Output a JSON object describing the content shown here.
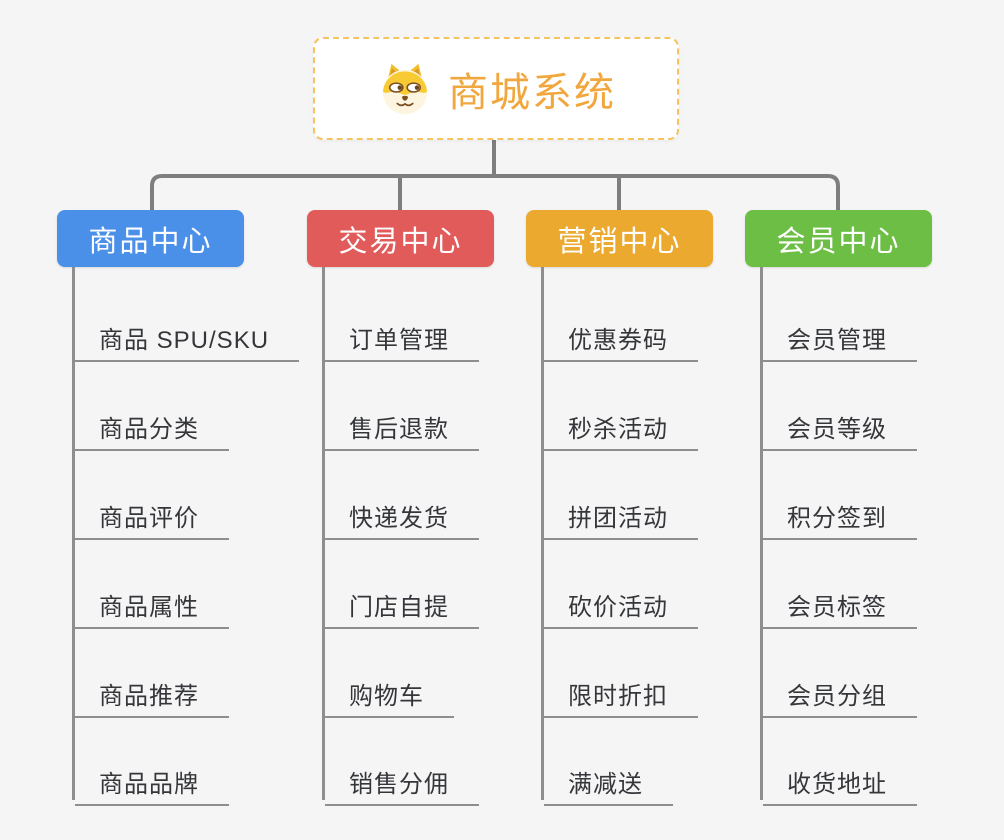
{
  "canvas": {
    "background": "#F5F5F5",
    "connector_color": "#7E7E7E",
    "underline_color": "#8E8E8E",
    "topic_text_color": "#35363A"
  },
  "root": {
    "label": "商城系统",
    "icon": "dog-face-icon",
    "background": "#FFFFFF",
    "border_color": "#F5C35F",
    "text_color": "#F1A73D"
  },
  "branches": [
    {
      "label": "商品中心",
      "color": "#4B90E8",
      "children": [
        "商品 SPU/SKU",
        "商品分类",
        "商品评价",
        "商品属性",
        "商品推荐",
        "商品品牌"
      ]
    },
    {
      "label": "交易中心",
      "color": "#E25B5B",
      "children": [
        "订单管理",
        "售后退款",
        "快递发货",
        "门店自提",
        "购物车",
        "销售分佣"
      ]
    },
    {
      "label": "营销中心",
      "color": "#EBA930",
      "children": [
        "优惠券码",
        "秒杀活动",
        "拼团活动",
        "砍价活动",
        "限时折扣",
        "满减送"
      ]
    },
    {
      "label": "会员中心",
      "color": "#6CBE45",
      "children": [
        "会员管理",
        "会员等级",
        "积分签到",
        "会员标签",
        "会员分组",
        "收货地址"
      ]
    }
  ]
}
